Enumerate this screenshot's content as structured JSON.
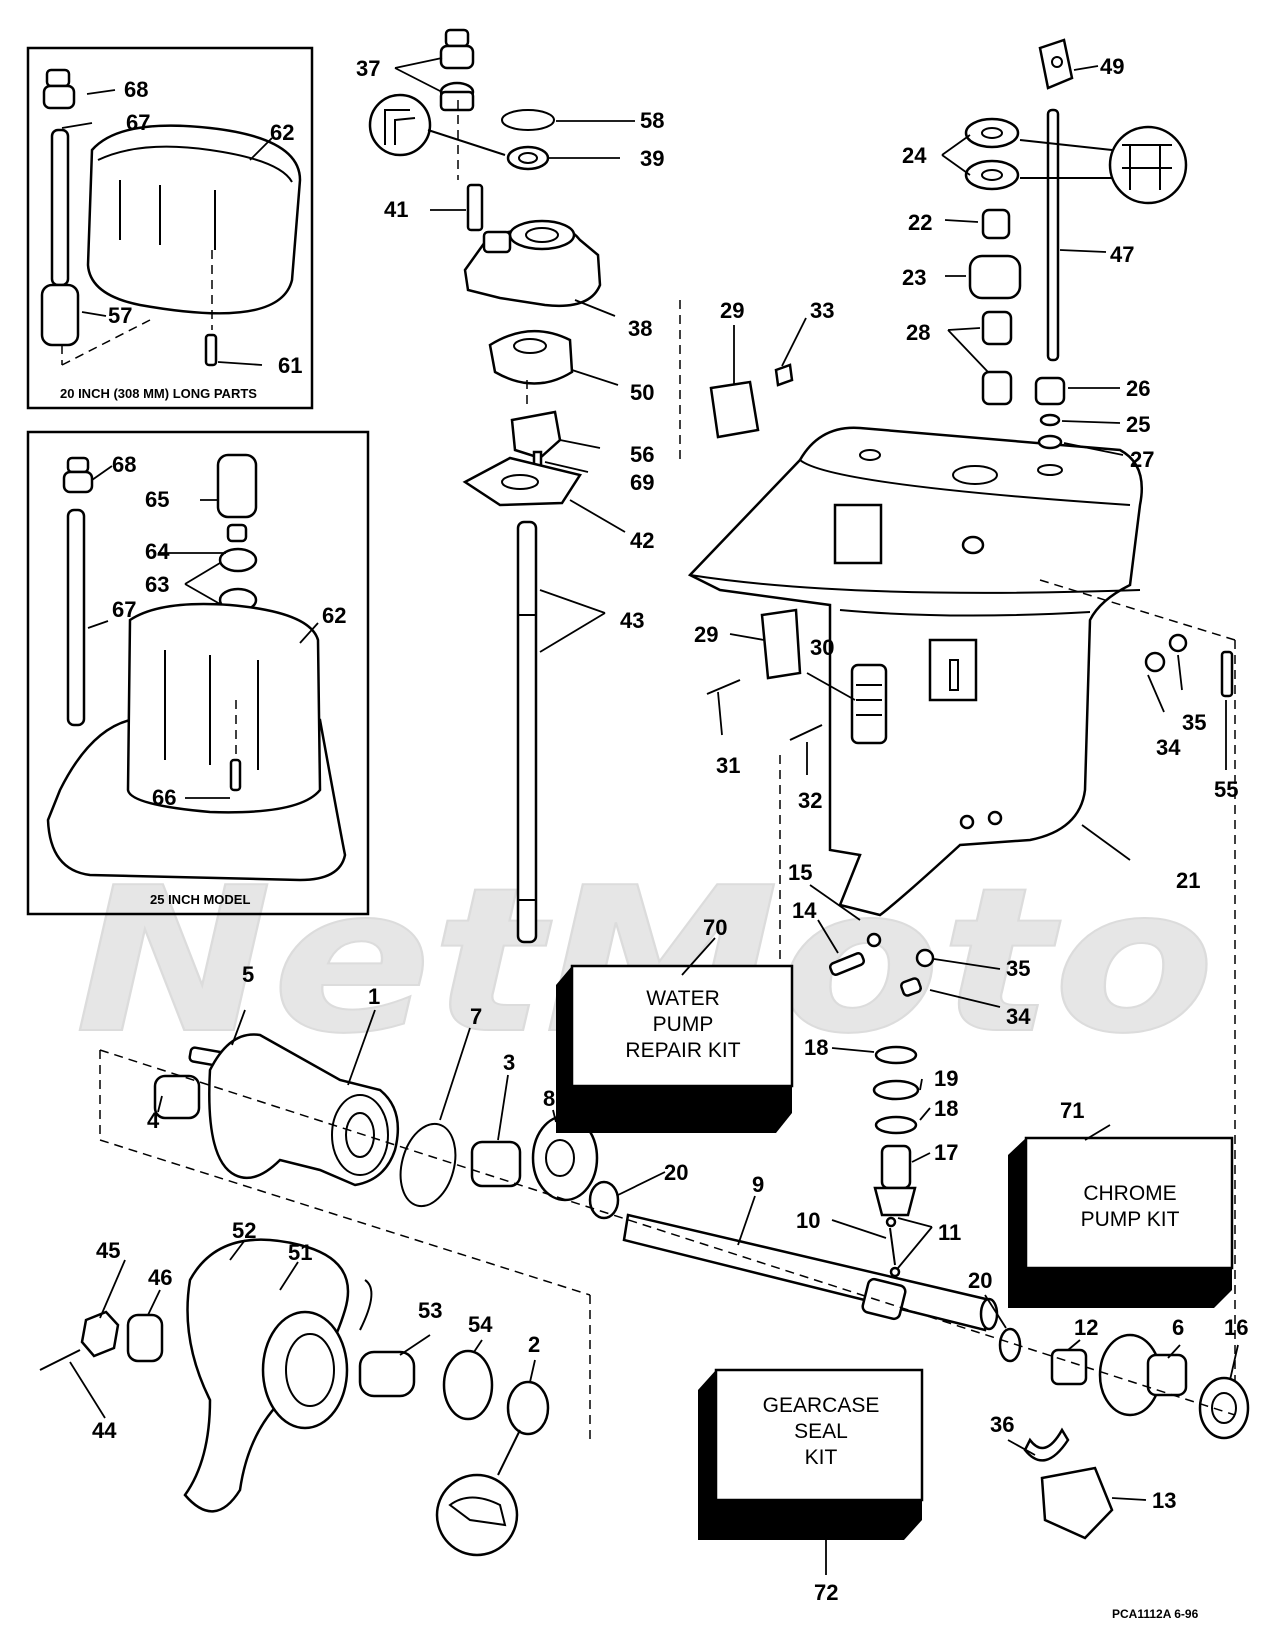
{
  "inset_long": {
    "caption": "20 INCH (308 MM) LONG PARTS"
  },
  "inset_25": {
    "caption": "25 INCH MODEL"
  },
  "kits": {
    "water_pump": [
      "WATER",
      "PUMP",
      "REPAIR KIT"
    ],
    "chrome_pump": [
      "CHROME",
      "PUMP KIT"
    ],
    "gearcase_seal": [
      "GEARCASE",
      "SEAL",
      "KIT"
    ]
  },
  "drawing_code": "PCA1112A   6-96",
  "watermark": "NetMoto",
  "callouts": {
    "c1": "1",
    "c2": "2",
    "c3": "3",
    "c4": "4",
    "c5": "5",
    "c6": "6",
    "c7": "7",
    "c8": "8",
    "c9": "9",
    "c10": "10",
    "c11": "11",
    "c12": "12",
    "c13": "13",
    "c14": "14",
    "c15": "15",
    "c16": "16",
    "c17": "17",
    "c18a": "18",
    "c18b": "18",
    "c19": "19",
    "c20a": "20",
    "c20b": "20",
    "c21": "21",
    "c22": "22",
    "c23": "23",
    "c24": "24",
    "c25": "25",
    "c26": "26",
    "c27": "27",
    "c28": "28",
    "c29a": "29",
    "c29b": "29",
    "c30": "30",
    "c31": "31",
    "c32": "32",
    "c33": "33",
    "c34a": "34",
    "c34b": "34",
    "c35a": "35",
    "c35b": "35",
    "c36": "36",
    "c37": "37",
    "c38": "38",
    "c39": "39",
    "c41": "41",
    "c42": "42",
    "c43": "43",
    "c44": "44",
    "c45": "45",
    "c46": "46",
    "c47": "47",
    "c49": "49",
    "c50": "50",
    "c51": "51",
    "c52": "52",
    "c53": "53",
    "c54": "54",
    "c55": "55",
    "c56": "56",
    "c57": "57",
    "c58": "58",
    "c61": "61",
    "c62a": "62",
    "c62b": "62",
    "c63": "63",
    "c64": "64",
    "c65": "65",
    "c66": "66",
    "c67a": "67",
    "c67b": "67",
    "c68a": "68",
    "c68b": "68",
    "c69": "69",
    "c70": "70",
    "c71": "71",
    "c72": "72"
  }
}
